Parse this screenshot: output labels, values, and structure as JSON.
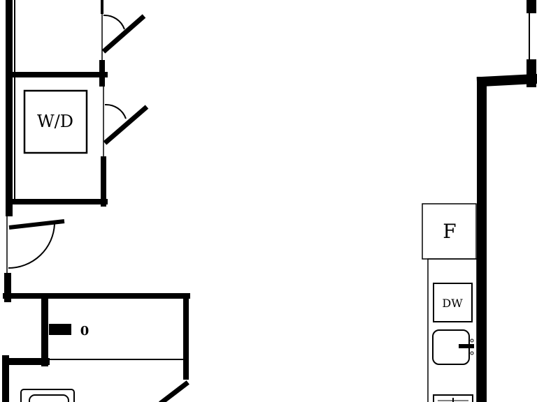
{
  "floorplan": {
    "labels": {
      "washer_dryer": "W/D",
      "fridge": "F",
      "dishwasher": "DW",
      "toilet_mark": "0"
    },
    "colors": {
      "wall": "#000000",
      "background": "#ffffff"
    },
    "icons": [
      "door-swing-icon",
      "sink-icon",
      "faucet-icon",
      "toilet-icon"
    ]
  }
}
